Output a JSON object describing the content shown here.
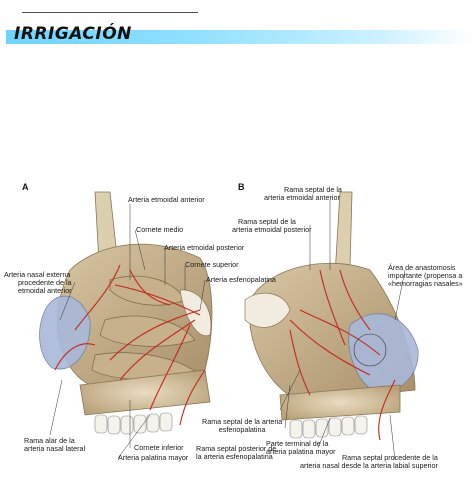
{
  "page": {
    "title": "IRRIGACIÓN"
  },
  "figure": {
    "panel_a": {
      "letter": "A",
      "labels": {
        "etmoidal_anterior": "Arteria etmoidal anterior",
        "cornete_medio": "Cornete medio",
        "etmoidal_posterior": "Arteria etmoidal posterior",
        "cornete_superior": "Cornete superior",
        "esfenopalatina": "Arteria esfenopalatina",
        "nasal_externa_1": "Arteria nasal externa",
        "nasal_externa_2": "procedente de la",
        "nasal_externa_3": "etmoidal anterior",
        "alar_1": "Rama alar de la",
        "alar_2": "arteria nasal lateral",
        "cornete_inferior": "Cornete inferior",
        "palatina_mayor": "Arteria palatina mayor"
      }
    },
    "panel_b": {
      "letter": "B",
      "labels": {
        "septal_anterior_1": "Rama septal de la",
        "septal_anterior_2": "arteria etmoidal anterior",
        "septal_posterior_1": "Rama septal de la",
        "septal_posterior_2": "arteria etmoidal posterior",
        "anastomosis_1": "Área de anastomosis",
        "anastomosis_2": "importante (propensa a",
        "anastomosis_3": "«hemorragias nasales»",
        "septal_esfeno_1": "Rama septal de la arteria",
        "septal_esfeno_2": "esfenopalatina",
        "posterior_esfeno_1": "Rama septal posterior de",
        "posterior_esfeno_2": "la arteria esfenopalatina",
        "terminal_1": "Parte terminal de la",
        "terminal_2": "arteria palatina mayor",
        "labial_1": "Rama septal procedente de la",
        "labial_2": "arteria nasal desde la arteria labial superior"
      }
    }
  }
}
